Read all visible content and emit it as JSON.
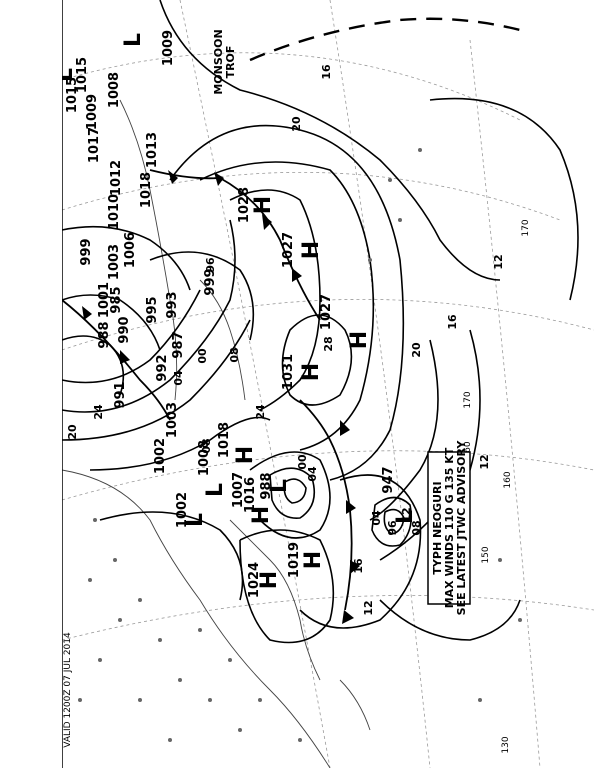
{
  "map": {
    "advisory": {
      "line1": "TYPH NEOGURI",
      "line2": "MAX WINDS 110 G 135 KT",
      "line3": "SEE LATEST JTWC ADVISORY"
    },
    "monsoon": {
      "line1": "MONSOON",
      "line2": "TROF"
    },
    "pressure_centers": [
      {
        "id": "h1",
        "symbol": "H",
        "value": "1028"
      },
      {
        "id": "h2",
        "symbol": "H",
        "value": "1027"
      },
      {
        "id": "h3",
        "symbol": "H",
        "value": "1027"
      },
      {
        "id": "h4",
        "symbol": "H",
        "value": "1031"
      },
      {
        "id": "h5",
        "symbol": "H",
        "value": "1016"
      },
      {
        "id": "h6",
        "symbol": "H",
        "value": "1019"
      },
      {
        "id": "h7",
        "symbol": "H",
        "value": "1024"
      },
      {
        "id": "h8",
        "symbol": "H",
        "value": "1018"
      },
      {
        "id": "l1",
        "symbol": "L",
        "value": "988"
      },
      {
        "id": "l2",
        "symbol": "L",
        "value": "947"
      },
      {
        "id": "l3",
        "symbol": "L",
        "value": "1009"
      },
      {
        "id": "l4",
        "symbol": "L",
        "value": "1015"
      },
      {
        "id": "l5",
        "symbol": "L",
        "value": "1002"
      },
      {
        "id": "l6",
        "symbol": "L",
        "value": "1007"
      },
      {
        "id": "l7",
        "symbol": "L",
        "value": "1008"
      },
      {
        "id": "l8",
        "symbol": "L",
        "value": "1003"
      },
      {
        "id": "l9",
        "symbol": "L",
        "value": "1002"
      }
    ],
    "left_values": [
      "1015",
      "1009",
      "1008",
      "1017",
      "1013",
      "1018",
      "1012",
      "1010",
      "1006",
      "1003",
      "1001",
      "999",
      "985",
      "988",
      "990",
      "995",
      "993",
      "987",
      "992",
      "991",
      "999"
    ],
    "isobar_labels": [
      "16",
      "20",
      "12",
      "16",
      "20",
      "24",
      "28",
      "12",
      "16",
      "20",
      "24",
      "04",
      "00",
      "96",
      "08",
      "12",
      "04",
      "00",
      "96",
      "08",
      "04",
      "08",
      "12"
    ],
    "grid_labels": [
      "170",
      "160",
      "150",
      "130",
      "170",
      "160"
    ],
    "bottom_caption": "VALID 1200Z 07 JUL 2014"
  }
}
